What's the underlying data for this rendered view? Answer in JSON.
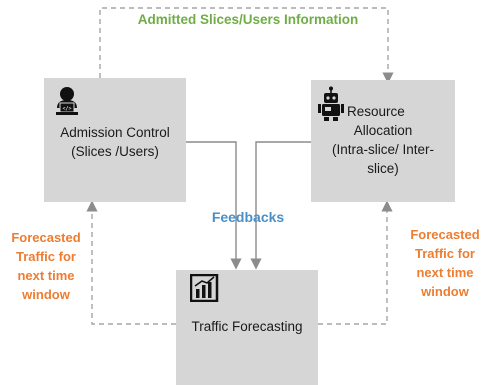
{
  "top_label": "Admitted Slices/Users Information",
  "feedback_label": "Feedbacks",
  "admission": {
    "title": "Admission Control",
    "subtitle": "(Slices /Users)"
  },
  "resource": {
    "line1": "Resource",
    "line2": "Allocation",
    "line3": "(Intra-slice/ Inter-",
    "line4": "slice)"
  },
  "traffic": {
    "title": "Traffic Forecasting"
  },
  "left_forecast": [
    "Forecasted",
    "Traffic for",
    "next time",
    "window"
  ],
  "right_forecast": [
    "Forecasted",
    "Traffic for",
    "next time",
    "window"
  ],
  "colors": {
    "box": "#d6d6d6",
    "green": "#70ad47",
    "blue": "#4a90c8",
    "orange": "#ed7d31",
    "line": "#a6a6a6"
  },
  "icons": {
    "admission": "person-laptop-icon",
    "resource": "robot-icon",
    "traffic": "bar-chart-icon"
  }
}
